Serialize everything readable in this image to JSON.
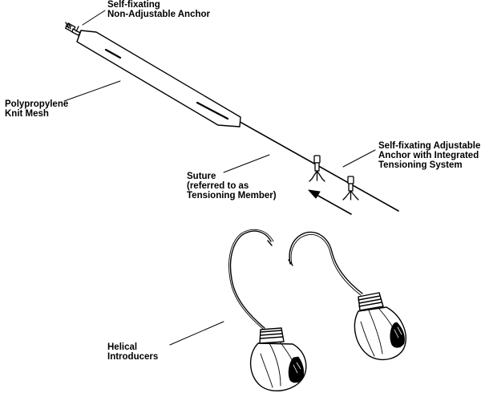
{
  "labels": {
    "non_adjustable_anchor": [
      "Self-fixating",
      "Non-Adjustable Anchor"
    ],
    "mesh": [
      "Polypropylene",
      "Knit Mesh"
    ],
    "adjustable_anchor": [
      "Self-fixating Adjustable",
      "Anchor with Integrated",
      "Tensioning System"
    ],
    "suture": [
      "Suture",
      "(referred to as",
      "Tensioning Member)"
    ],
    "introducers": [
      "Helical",
      "Introducers"
    ]
  },
  "colors": {
    "line": "#000000",
    "background": "#ffffff"
  },
  "icons": {
    "direction_arrow": "arrow-left-up-icon"
  }
}
